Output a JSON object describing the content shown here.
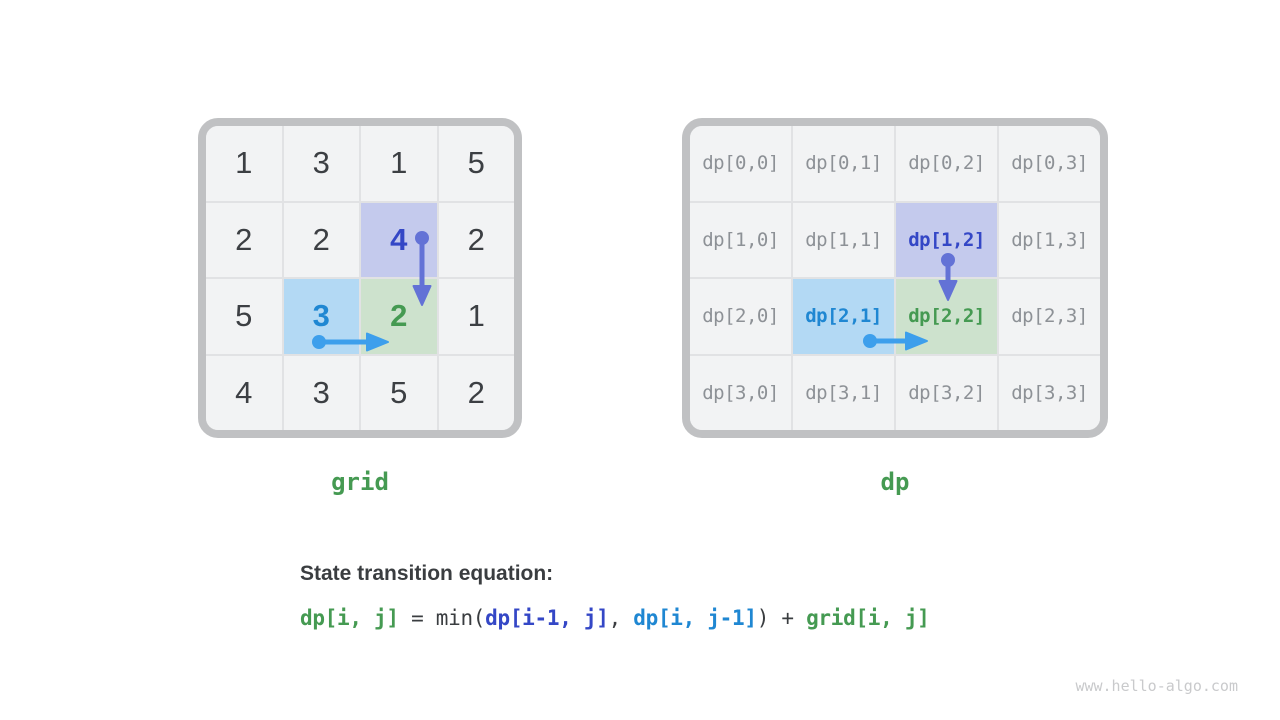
{
  "colors": {
    "frame_border": "#c0c1c3",
    "cell_bg": "#f2f3f4",
    "cell_line": "#e1e2e4",
    "number_text": "#3c3f43",
    "dp_text": "#8d9196",
    "green_text": "#459a52",
    "indigo_text": "#3447c6",
    "blue_text": "#1f87d2",
    "purple_cell": "#c4caed",
    "blue_cell": "#b3d9f4",
    "green_cell": "#cde2cd",
    "arrow_indigo": "#6372d6",
    "arrow_blue": "#3d9fec",
    "dark_text": "#3a3d40",
    "watermark_text": "#c9cacc"
  },
  "grid_panel": {
    "label": "grid",
    "rows": [
      [
        {
          "text": "1"
        },
        {
          "text": "3"
        },
        {
          "text": "1"
        },
        {
          "text": "5"
        }
      ],
      [
        {
          "text": "2"
        },
        {
          "text": "2"
        },
        {
          "text": "4",
          "style": "purple"
        },
        {
          "text": "2"
        }
      ],
      [
        {
          "text": "5"
        },
        {
          "text": "3",
          "style": "blue"
        },
        {
          "text": "2",
          "style": "green"
        },
        {
          "text": "1"
        }
      ],
      [
        {
          "text": "4"
        },
        {
          "text": "3"
        },
        {
          "text": "5"
        },
        {
          "text": "2"
        }
      ]
    ]
  },
  "dp_panel": {
    "label": "dp",
    "rows": [
      [
        {
          "text": "dp[0,0]"
        },
        {
          "text": "dp[0,1]"
        },
        {
          "text": "dp[0,2]"
        },
        {
          "text": "dp[0,3]"
        }
      ],
      [
        {
          "text": "dp[1,0]"
        },
        {
          "text": "dp[1,1]"
        },
        {
          "text": "dp[1,2]",
          "style": "purple"
        },
        {
          "text": "dp[1,3]"
        }
      ],
      [
        {
          "text": "dp[2,0]"
        },
        {
          "text": "dp[2,1]",
          "style": "blue"
        },
        {
          "text": "dp[2,2]",
          "style": "green"
        },
        {
          "text": "dp[2,3]"
        }
      ],
      [
        {
          "text": "dp[3,0]"
        },
        {
          "text": "dp[3,1]"
        },
        {
          "text": "dp[3,2]"
        },
        {
          "text": "dp[3,3]"
        }
      ]
    ]
  },
  "equation": {
    "heading": "State transition equation:",
    "segments": [
      {
        "text": "dp[i, j]",
        "style": "green"
      },
      {
        "text": " = min(",
        "style": "dark"
      },
      {
        "text": "dp[i-1, j]",
        "style": "indigo"
      },
      {
        "text": ", ",
        "style": "dark"
      },
      {
        "text": "dp[i, j-1]",
        "style": "blue"
      },
      {
        "text": ") + ",
        "style": "dark"
      },
      {
        "text": "grid[i, j]",
        "style": "green"
      }
    ]
  },
  "watermark": {
    "text": "www.hello-algo.com"
  }
}
